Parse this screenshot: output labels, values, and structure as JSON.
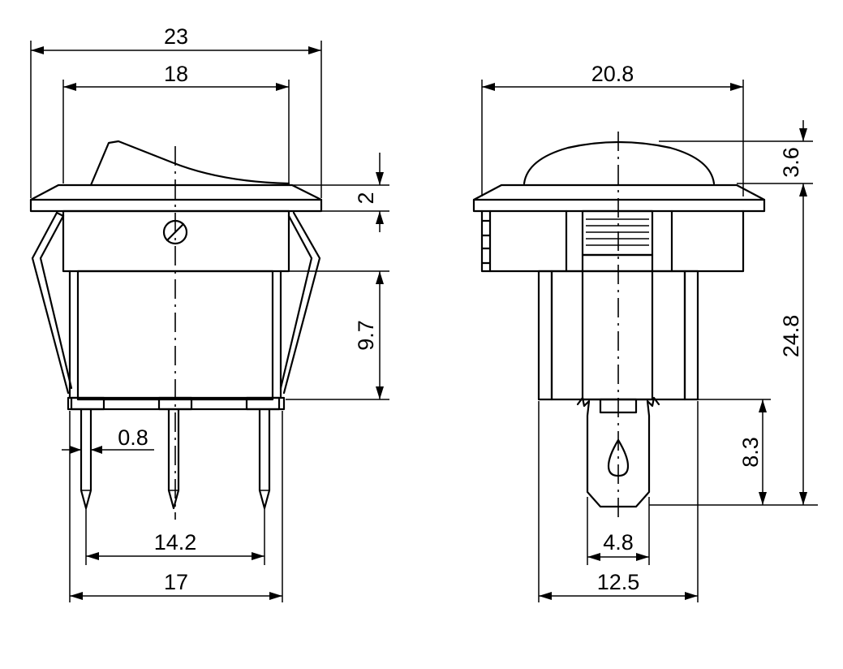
{
  "dimensions": {
    "front": {
      "overall_width": "23",
      "rocker_width": "18",
      "flange_thickness": "2",
      "body_height": "9.7",
      "pin_width": "0.8",
      "pin_spacing": "14.2",
      "body_width": "17"
    },
    "side": {
      "cap_width": "20.8",
      "cap_height": "3.6",
      "total_height": "24.8",
      "terminal_length": "8.3",
      "terminal_width": "4.8",
      "body_depth": "12.5"
    }
  },
  "colors": {
    "line": "#000000",
    "background": "#ffffff"
  }
}
